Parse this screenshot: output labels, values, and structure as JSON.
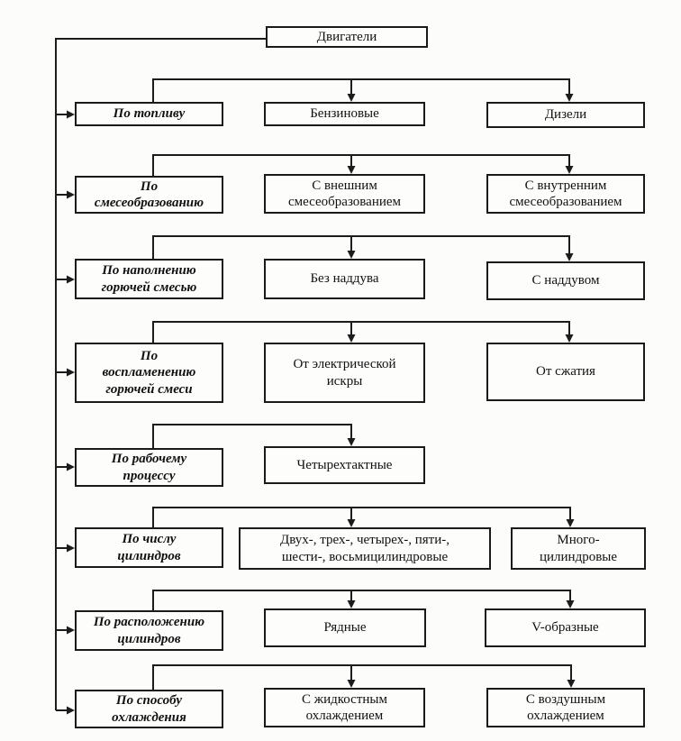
{
  "diagram": {
    "title": "Двигатели",
    "rows": [
      {
        "category": "По топливу",
        "children": [
          "Бензиновые",
          "Дизели"
        ]
      },
      {
        "category": "По\nсмесеобразованию",
        "children": [
          "С внешним\nсмесеобразованием",
          "С внутренним\nсмесеобразованием"
        ]
      },
      {
        "category": "По наполнению\nгорючей смесью",
        "children": [
          "Без наддува",
          "С наддувом"
        ]
      },
      {
        "category": "По\nвоспламенению\nгорючей смеси",
        "children": [
          "От электрической\nискры",
          "От сжатия"
        ]
      },
      {
        "category": "По рабочему\nпроцессу",
        "children": [
          "Четырехтактные"
        ]
      },
      {
        "category": "По числу\nцилиндров",
        "children": [
          "Двух-, трех-, четырех-, пяти-,\nшести-, восьмицилиндровые",
          "Много-\nцилиндровые"
        ]
      },
      {
        "category": "По расположению\nцилиндров",
        "children": [
          "Рядные",
          "V-образные"
        ]
      },
      {
        "category": "По способу\nохлаждения",
        "children": [
          "С жидкостным\nохлаждением",
          "С воздушным\nохлаждением"
        ]
      }
    ],
    "colors": {
      "line": "#1c1c1c",
      "box_border": "#1a1a1a",
      "background": "#fcfcfa",
      "text": "#111111"
    }
  }
}
